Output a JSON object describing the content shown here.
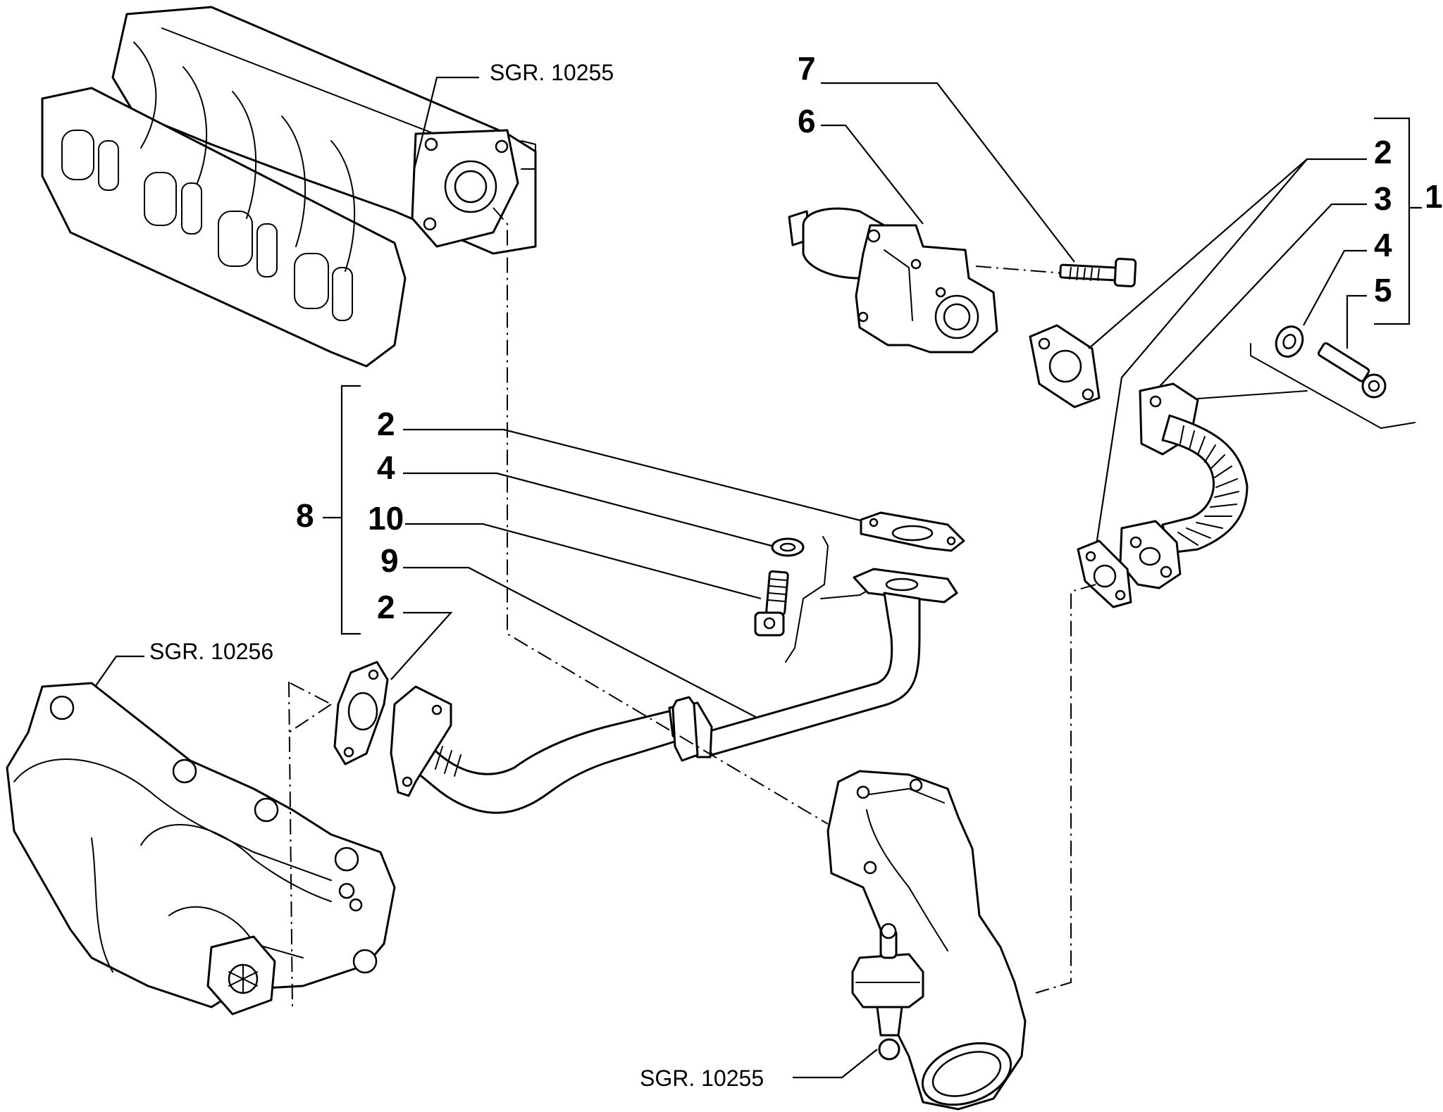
{
  "references": {
    "intake_manifold": "SGR. 10255",
    "exhaust_manifold": "SGR. 10256",
    "egr_pipe_body": "SGR. 10255"
  },
  "callouts": {
    "c7": "7",
    "c6": "6",
    "c2_top": "2",
    "c3": "3",
    "c4_top": "4",
    "c5": "5",
    "c1": "1",
    "c2_mid": "2",
    "c4_mid": "4",
    "c10": "10",
    "c9": "9",
    "c2_low": "2",
    "c8": "8"
  }
}
